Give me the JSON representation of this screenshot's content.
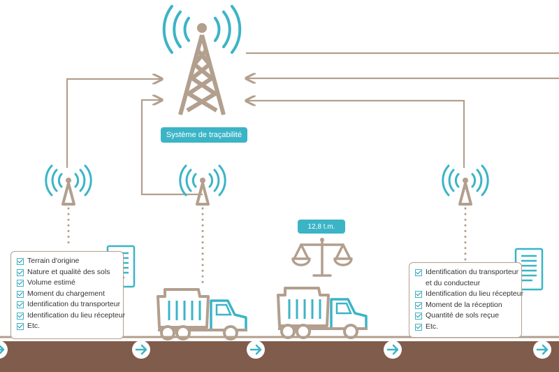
{
  "tower": {
    "label": "Système de traçabilité"
  },
  "scale": {
    "label": "12,8 t.m."
  },
  "boxes": {
    "origin": {
      "items": [
        "Terrain d'origine",
        "Nature et qualité des sols",
        "Volume estimé",
        "Moment du chargement",
        "Identification du transporteur",
        "Identification du lieu récepteur",
        "Etc."
      ]
    },
    "reception": {
      "items": [
        "Identification du transporteur",
        "et du conducteur",
        "Identification du lieu récepteur",
        "Moment de la réception",
        "Quantité de sols reçue",
        "Etc."
      ],
      "checked": [
        true,
        false,
        true,
        true,
        true,
        true
      ]
    }
  },
  "colors": {
    "brown": "#b29f8e",
    "teal": "#3bb4c6",
    "ground": "#7f5c4b"
  },
  "icons": [
    "antenna-tower-icon",
    "antenna-icon",
    "document-icon",
    "dump-truck-icon",
    "scale-icon",
    "arrow-right-icon"
  ]
}
